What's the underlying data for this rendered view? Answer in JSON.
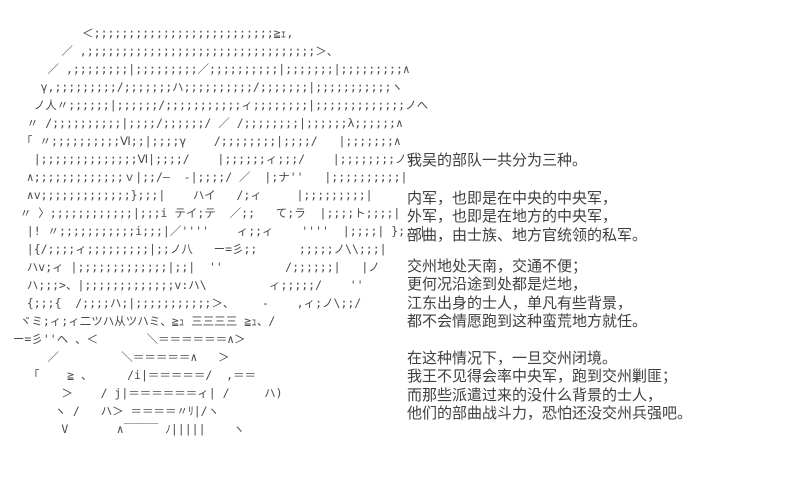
{
  "page": {
    "background_color": "#ffffff",
    "art_color": "#4a4a4a",
    "text_color": "#3f3f3f"
  },
  "ascii_art": {
    "description": "large ascii-art portrait of a character with shaded hair and collar",
    "lines": [
      "           ＜;;;;;;;;;;;;;;;;;;;;;;;;;;≧ｪ,",
      "        ／ ,;;;;;;;;;;;;;;;;;;;;;;;;;;;;;;;;;＞、",
      "      ／ ,;;;;;;;;|;;;;;;;;;／;;;;;;;;;;|;;;;;;;|;;;;;;;;;∧",
      "     γ,;;;;;;;;;/;;;;;;;ハ;;;;;;;;;;/;;;;;;;|;;;;;;;;;;;ヽ",
      "    ノ人〃;;;;;;|;;;;;;/;;;;;;;;;;;ィ;;;;;;;;|;;;;;;;;;;;;;ノヘ",
      "   〃 /;;;;;;;;;;|;;;;/;;;;;;/ ／ /;;;;;;;;|;;;;;;λ;;;;;;∧",
      "   ｢ 〃;;;;;;;;;;Ⅵ;;|;;;;γ    /;;;;;;;;|;;;;/   |;;;;;;;∧",
      "    |;;;;;;;;;;;;;;Ⅵ|;;;;/    |;;;;;;ィ;;;/    |;;;;;;;;ノ\\",
      "   ∧;;;;;;;;;;;;;ｖ|;;/―  -|;;;;/ ／  |;ナ''   |;;;;;;;;;;|",
      "   ∧v;;;;;;;;;;;;;};;;|    ハイ   /;ィ     |;;;;;;;;;|",
      "  〃 〉;;;;;;;;;;;;|;;;i テイ;テ  ／;;   て;ラ  |;;;;ト;;;;|",
      "   |! 〃;;;;;;;;;;;i;;;|／''''    ィ;;ィ    ''''  |;;;;| };;;|",
      "   |{/;;;;ィ;;;;;;;;;|;;ノ八   ー=彡;;      ;;;;;ノ\\\\;;;|",
      "   ハv;ィ |;;;;;;;;;;;;;|;;|  ''         /;;;;;;|   |ノ",
      "   ハ;;;>、|;;;;;;;;;;;;;v:ハ\\         ィ;;;;;/    ''",
      "   {;;;{  /;;;;ハ;|;;;;;;;;;;;＞、    -    ,ィ;ノ\\;;/",
      "  ヾミ;ィ;ィ二ツハ从ツハミ、≧ｭ 三三三三 ≧ｭ、/",
      " ー=彡''ヘ 、＜       ＼＝＝＝＝＝＝∧＞",
      "      ／         ＼＝＝＝＝＝∧   ＞",
      "    ｢    ≧ 、     /i|＝＝＝＝＝/  ,＝＝",
      "        ＞    / j|＝＝＝＝＝＝ィ| /     ハ)",
      "       ヽ /   ハ＞ ＝＝＝＝〃ﾘ|/ヽ",
      "        V       ∧￣￣￣ ﾉ|||||    ヽ"
    ]
  },
  "dialogue": {
    "paragraphs": [
      {
        "lines": [
          "我吴的部队一共分为三种。"
        ]
      },
      {
        "lines": [
          "内军，也即是在中央的中央军，",
          "外军，也即是在地方的中央军，",
          "部曲，由士族、地方官统领的私军。"
        ]
      },
      {
        "lines": [
          "交州地处天南，交通不便；",
          "更何况沿途到处都是烂地，",
          "江东出身的士人，单凡有些背景，",
          "都不会情愿跑到这种蛮荒地方就任。"
        ]
      },
      {
        "lines": [
          "在这种情况下，一旦交州闭境。",
          "我王不见得会率中央军，跑到交州剿匪；",
          "而那些派遣过来的没什么背景的士人，",
          "他们的部曲战斗力，恐怕还没交州兵强吧。"
        ]
      }
    ]
  }
}
